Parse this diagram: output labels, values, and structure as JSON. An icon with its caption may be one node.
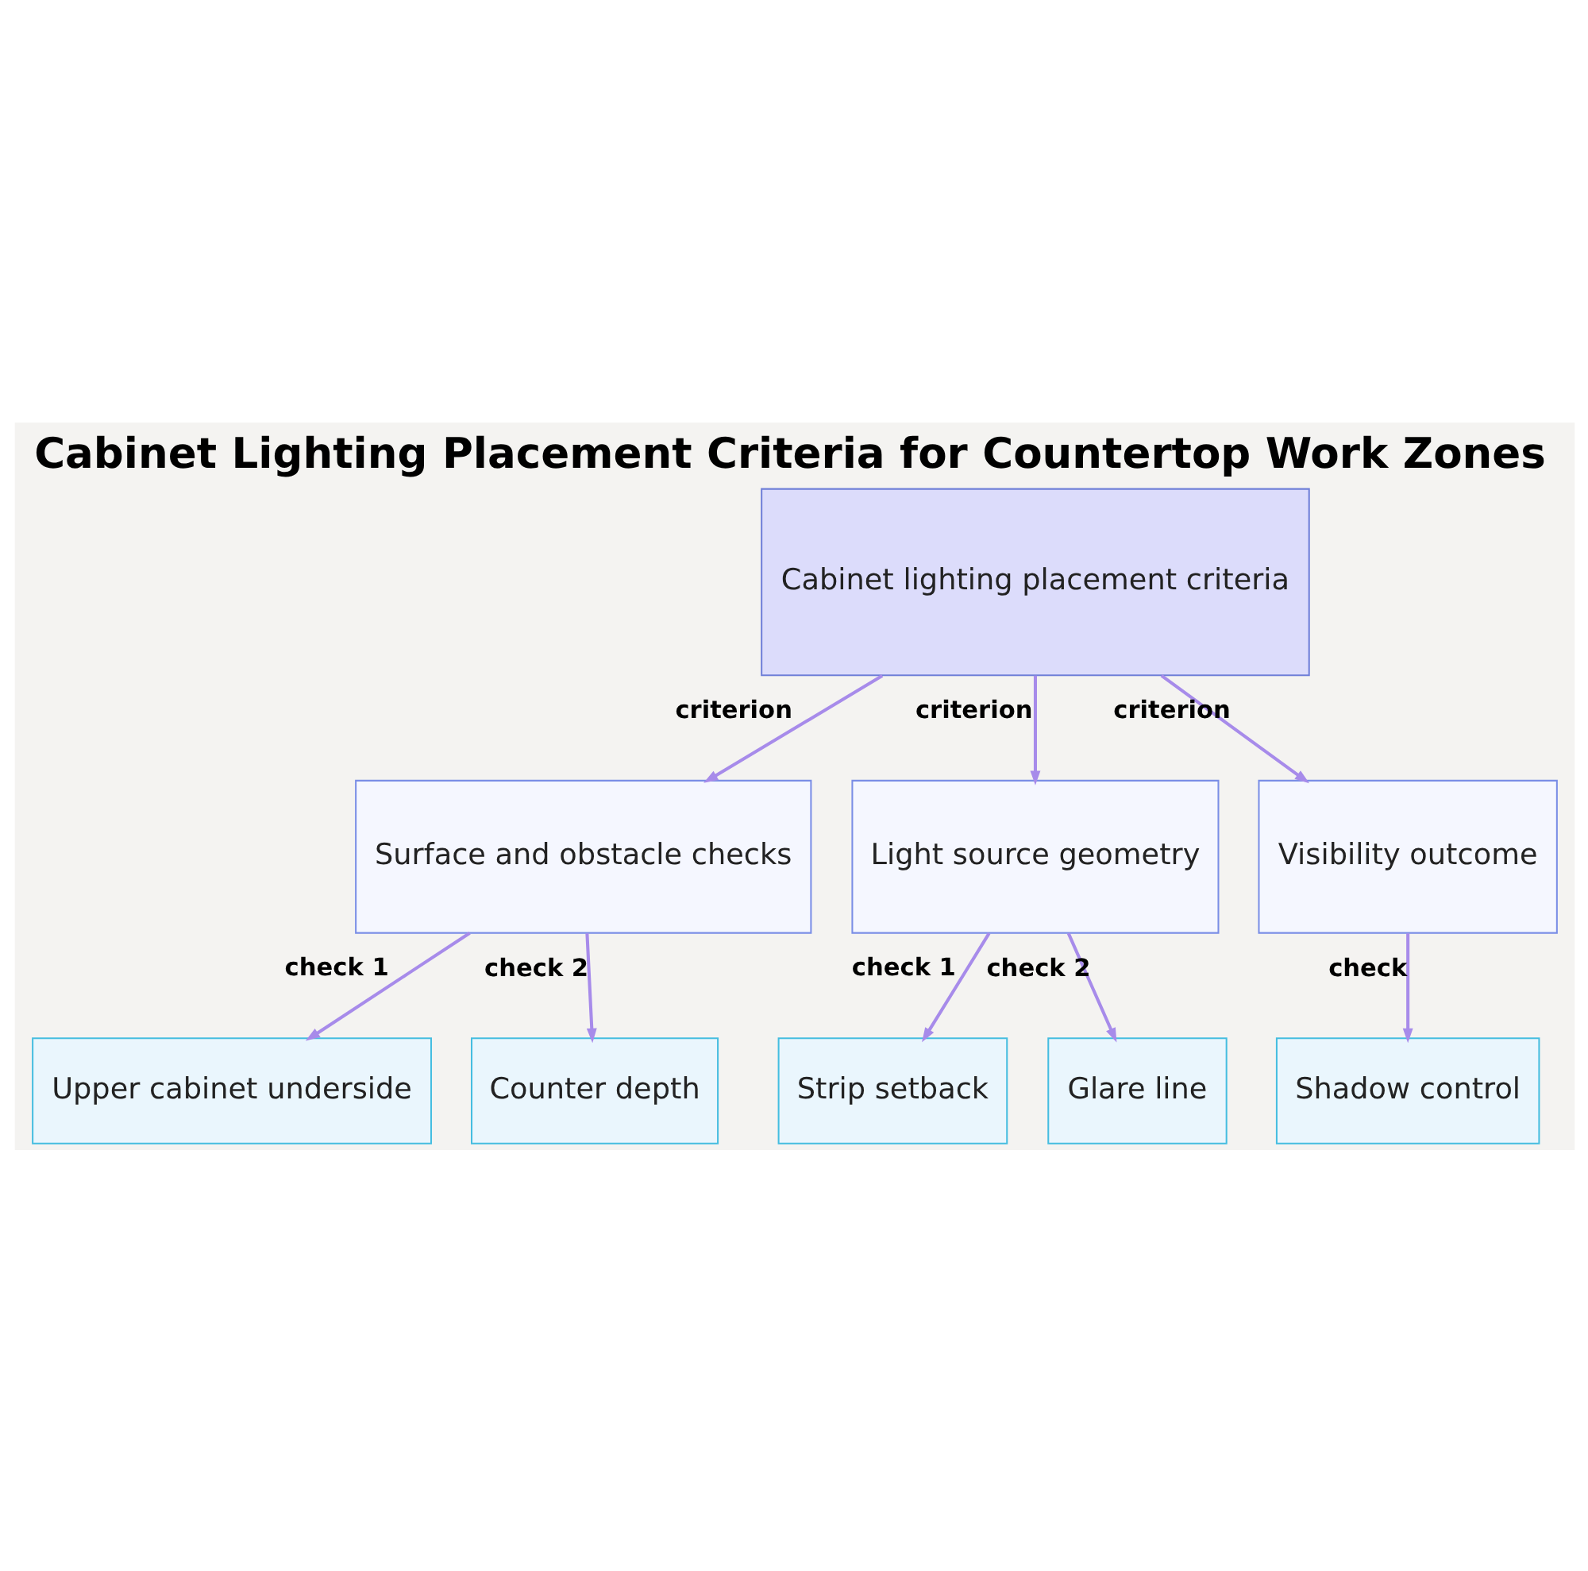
{
  "diagram": {
    "title": "Cabinet Lighting Placement Criteria for Countertop Work Zones",
    "nodes": [
      {
        "text": [
          "Cabinet lighting placement criteria"
        ]
      },
      {
        "text": [
          "Surface and obstacle checks"
        ]
      },
      {
        "text": [
          "Light source geometry"
        ]
      },
      {
        "text": [
          "Visibility outcome"
        ]
      },
      {
        "text": [
          "Upper cabinet underside"
        ]
      },
      {
        "text": [
          "Counter depth"
        ]
      },
      {
        "text": [
          "Strip setback"
        ]
      },
      {
        "text": [
          "Glare line"
        ]
      },
      {
        "text": [
          "Shadow control"
        ]
      }
    ],
    "edges": [
      {
        "from": 0,
        "to": 1,
        "arrow": "to",
        "label": "criterion"
      },
      {
        "from": 0,
        "to": 2,
        "arrow": "to",
        "label": "criterion"
      },
      {
        "from": 0,
        "to": 3,
        "arrow": "to",
        "label": "criterion"
      },
      {
        "from": 1,
        "to": 4,
        "arrow": "to",
        "label": "check 1"
      },
      {
        "from": 1,
        "to": 5,
        "arrow": "to",
        "label": "check 2"
      },
      {
        "from": 2,
        "to": 6,
        "arrow": "to",
        "label": "check 1"
      },
      {
        "from": 2,
        "to": 7,
        "arrow": "to",
        "label": "check 2"
      },
      {
        "from": 3,
        "to": 8,
        "arrow": "to",
        "label": "check"
      }
    ]
  }
}
